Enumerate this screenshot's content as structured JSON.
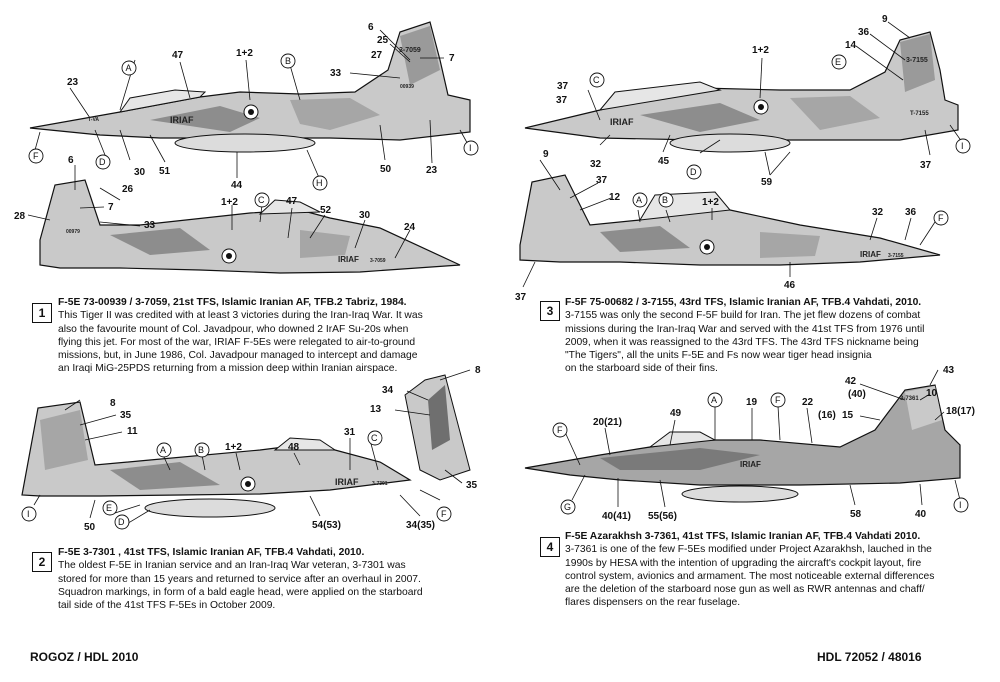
{
  "colors": {
    "camo_light": "#c9c9c9",
    "camo_mid": "#a6a6a6",
    "camo_dark": "#7a7a7a",
    "outline": "#111111",
    "paper": "#ffffff"
  },
  "sections": [
    {
      "number": "1",
      "title": "F-5E  73-00939 / 3-7059, 21st TFS, Islamic Iranian AF, TFB.2 Tabriz, 1984.",
      "lines": [
        "This Tiger II was credited with at least 3 victories during the Iran-Iraq War. It was",
        "also the favourite mount of Col. Javadpour, who downed 2 IrAF Su-20s when",
        "flying this jet. For most of the war, IRIAF F-5Es were relegated to air-to-ground",
        "missions, but, in June 1986, Col. Javadpour managed to intercept and damage",
        "an Iraqi MiG-25PDS returning from a mission deep within Iranian airspace."
      ]
    },
    {
      "number": "2",
      "title": "F-5E  3-7301 ,  41st TFS, Islamic Iranian AF, TFB.4 Vahdati, 2010.",
      "lines": [
        "The oldest F-5E in Iranian service and an Iran-Iraq War veteran, 3-7301 was",
        "stored for more than 15 years and returned to service after an overhaul in 2007.",
        "Squadron markings, in form of a bald eagle head, were applied on the starboard",
        "tail side of the 41st TFS F-5Es in October 2009."
      ]
    },
    {
      "number": "3",
      "title": "F-5F 75-00682 / 3-7155, 43rd TFS, Islamic Iranian AF, TFB.4 Vahdati, 2010.",
      "lines": [
        "3-7155 was only the second F-5F build  for  Iran. The jet  flew dozens of combat",
        "missions during the Iran-Iraq War and  served with the 41st TFS from 1976 until",
        "2009, when it was reassigned to the 43rd TFS. The 43rd TFS nickname being",
        "\"The Tigers\", all the units F-5E and Fs now wear tiger head insignia",
        "on the starboard side of their fins."
      ]
    },
    {
      "number": "4",
      "title": "F-5E Azarakhsh 3-7361, 41st TFS, Islamic Iranian AF, TFB.4 Vahdati 2010.",
      "lines": [
        "3-7361 is one of the few F-5Es modified under Project Azarakhsh, lauched in the",
        "1990s by HESA with the intention of upgrading the aircraft's cockpit layout, fire",
        "control system, avionics and armament. The most noticeable external differences",
        "are the deletion of the starboard nose gun  as well as RWR antennas and chaff/",
        "flares dispensers on the rear fuselage."
      ]
    }
  ],
  "footer": {
    "left": "ROGOZ / HDL 2010",
    "right": "HDL 72052 / 48016"
  },
  "markings": {
    "p1_top": {
      "iriaf": "IRIAF",
      "serial_fin": "3-7059",
      "serial_small": "00939",
      "tail_code": "T-VA"
    },
    "p1_bottom": {
      "iriaf": "IRIAF",
      "serial": "3-7059",
      "serial_small": "00979"
    },
    "p2": {
      "iriaf": "IRIAF",
      "serial": "3-7301"
    },
    "p3_top": {
      "iriaf": "IRIAF",
      "serial_fin": "3-7155",
      "tail_code": "T-7155"
    },
    "p3_bottom": {
      "iriaf": "IRIAF",
      "serial": "3-7155"
    },
    "p4": {
      "iriaf": "IRIAF",
      "serial_fin": "3-7361"
    }
  },
  "callouts": {
    "p1_top": [
      "6",
      "25",
      "27",
      "7",
      "33",
      "47",
      "1+2",
      "A",
      "B",
      "23",
      "F",
      "D",
      "30",
      "51",
      "44",
      "H",
      "50",
      "23",
      "I"
    ],
    "p1_bottom": [
      "6",
      "26",
      "7",
      "28",
      "33",
      "1+2",
      "C",
      "47",
      "52",
      "30",
      "24"
    ],
    "p2": [
      "8",
      "35",
      "11",
      "A",
      "B",
      "1+2",
      "48",
      "31",
      "C",
      "I",
      "50",
      "E",
      "D",
      "54(53)",
      "34(35)",
      "F",
      "34",
      "13",
      "8",
      "35"
    ],
    "p3_top": [
      "9",
      "36",
      "14",
      "E",
      "1+2",
      "C",
      "37",
      "37",
      "32",
      "45",
      "D",
      "59",
      "37",
      "I"
    ],
    "p3_bottom": [
      "9",
      "37",
      "12",
      "A",
      "B",
      "1+2",
      "32",
      "36",
      "F",
      "37",
      "46"
    ],
    "p4": [
      "43",
      "42",
      "(40)",
      "10",
      "(16)",
      "15",
      "18(17)",
      "49",
      "A",
      "19",
      "F",
      "22",
      "20(21)",
      "F",
      "G",
      "40(41)",
      "55(56)",
      "58",
      "40",
      "I"
    ]
  }
}
